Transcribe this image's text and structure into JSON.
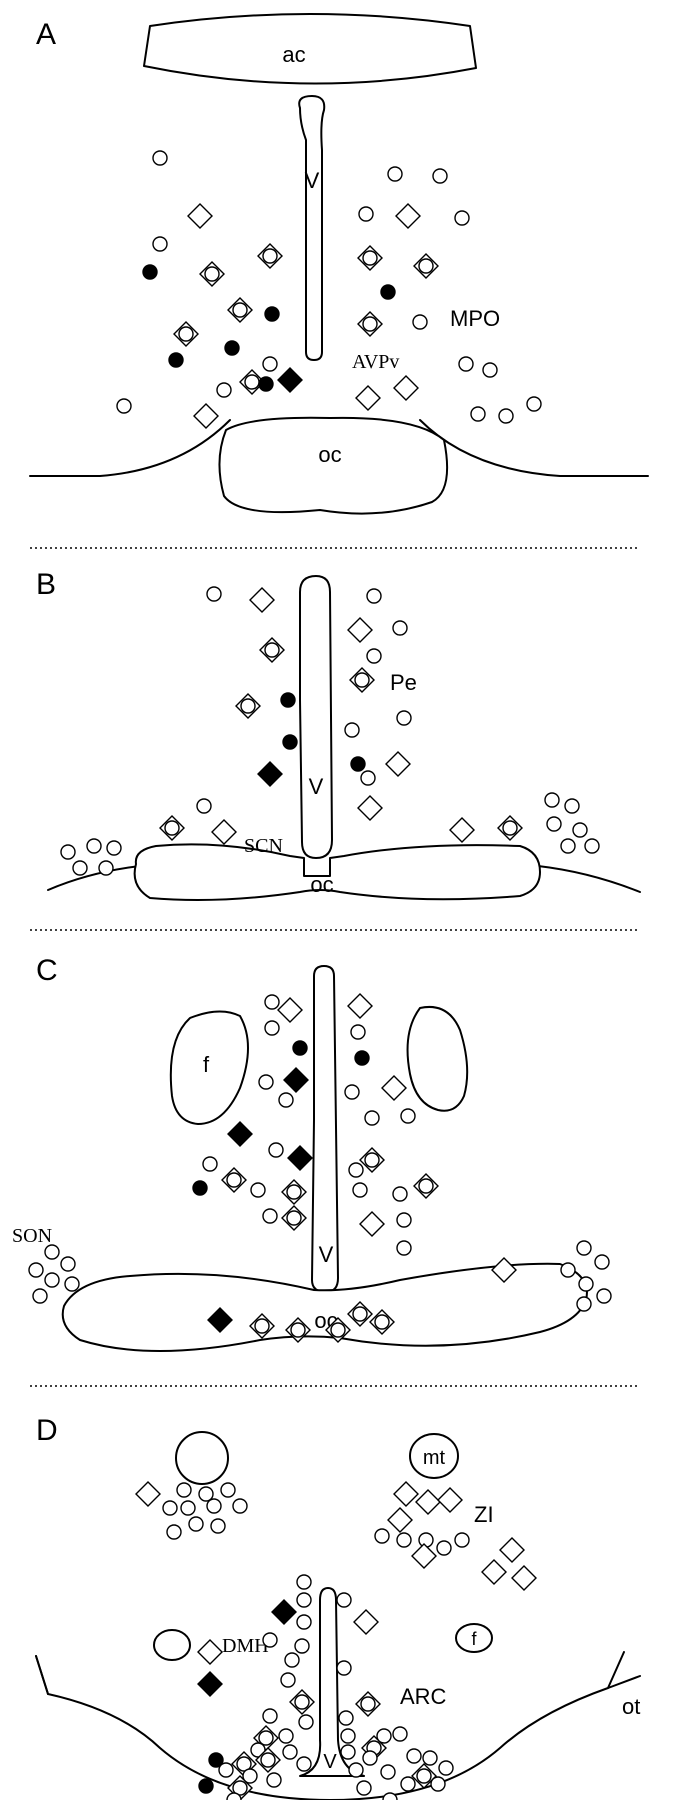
{
  "panels": [
    {
      "letter": "A",
      "labels": {
        "ac": "ac",
        "v": "V",
        "mpo": "MPO",
        "avpv": "AVPv",
        "oc": "oc"
      }
    },
    {
      "letter": "B",
      "labels": {
        "v": "V",
        "pe": "Pe",
        "scn": "SCN",
        "oc": "oc"
      }
    },
    {
      "letter": "C",
      "labels": {
        "f": "f",
        "v": "V",
        "son": "SON",
        "oc": "oc"
      }
    },
    {
      "letter": "D",
      "labels": {
        "mt": "mt",
        "zi": "ZI",
        "dmh": "DMH",
        "f": "f",
        "arc": "ARC",
        "ot": "ot",
        "v": "V"
      }
    }
  ],
  "marker_types": [
    "open-circle",
    "filled-circle",
    "open-diamond",
    "filled-diamond",
    "diamond-with-circle"
  ],
  "colors": {
    "ink": "#000000",
    "background": "#ffffff"
  }
}
